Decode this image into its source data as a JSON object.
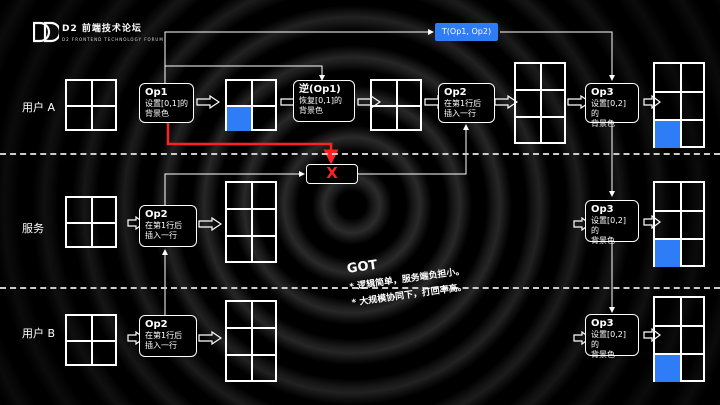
{
  "brand": {
    "title": "D2 前端技术论坛",
    "subtitle": "D2 FRONTEND TECHNOLOGY FORUM",
    "logo_text": "D2"
  },
  "rows": {
    "a": "用户 A",
    "server": "服务",
    "b": "用户 B"
  },
  "ops": {
    "a_op1": {
      "title": "Op1",
      "desc1": "设置[0,1]的",
      "desc2": "背景色"
    },
    "a_inv": {
      "title": "逆(Op1)",
      "desc1": "恢复[0,1]的",
      "desc2": "背景色"
    },
    "a_op2": {
      "title": "Op2",
      "desc1": "在第1行后",
      "desc2": "插入一行"
    },
    "a_op3": {
      "title": "Op3",
      "desc1": "设置[0,2]的",
      "desc2": "背景色"
    },
    "s_op2": {
      "title": "Op2",
      "desc1": "在第1行后",
      "desc2": "插入一行"
    },
    "s_op3": {
      "title": "Op3",
      "desc1": "设置[0,2]的",
      "desc2": "背景色"
    },
    "b_op2": {
      "title": "Op2",
      "desc1": "在第1行后",
      "desc2": "插入一行"
    },
    "b_op3": {
      "title": "Op3",
      "desc1": "设置[0,2]的",
      "desc2": "背景色"
    }
  },
  "transform_label": "T(Op1, Op2)",
  "conflict_label": "X",
  "got": {
    "title": "GOT",
    "line1": "* 逻辑简单，服务端负担小。",
    "line2": "* 大规模协同下，打回率高。"
  },
  "colors": {
    "accent": "#2e7cf6",
    "conflict": "#ff2222"
  }
}
